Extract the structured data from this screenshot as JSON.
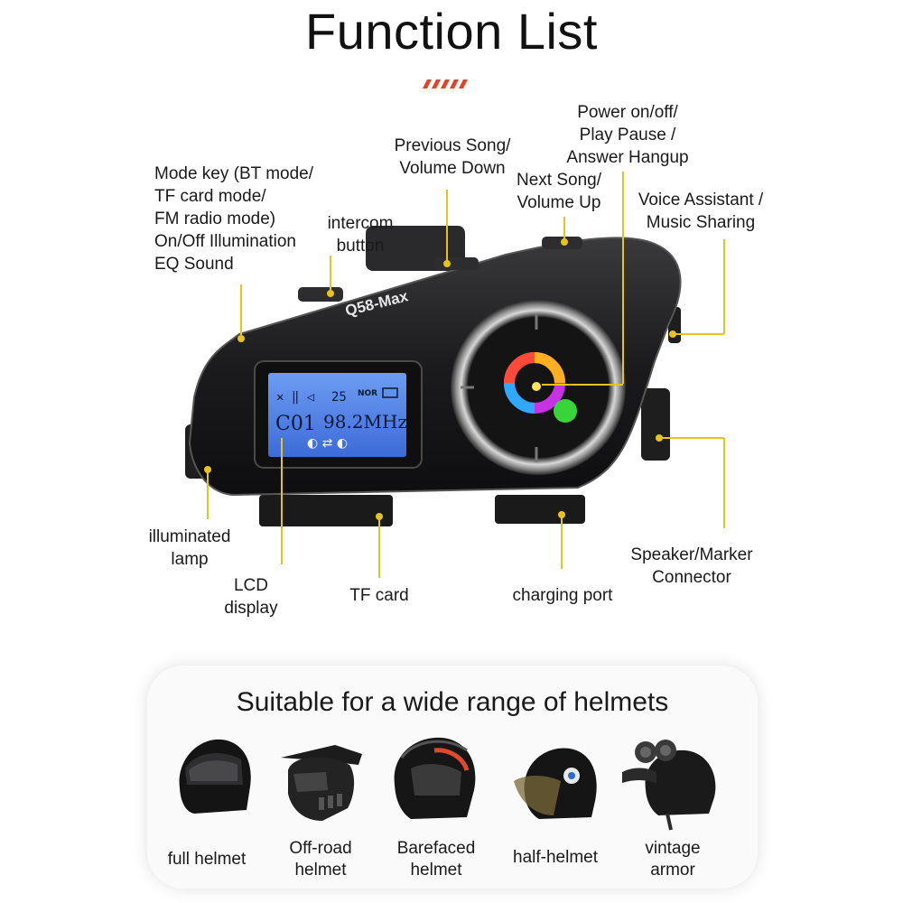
{
  "title": "Function List",
  "labels": {
    "mode_key": [
      "Mode key (BT mode/",
      "TF card mode/",
      "FM radio mode)",
      "On/Off Illumination",
      "EQ Sound"
    ],
    "intercom": [
      "intercom",
      "button"
    ],
    "previous": [
      "Previous Song/",
      "Volume Down"
    ],
    "next": [
      "Next Song/",
      "Volume Up"
    ],
    "power": [
      "Power on/off/",
      "Play Pause /",
      "Answer Hangup"
    ],
    "voice": [
      "Voice Assistant /",
      "Music Sharing"
    ],
    "lamp": [
      "illuminated",
      "lamp"
    ],
    "lcd": [
      "LCD",
      "display"
    ],
    "tf": [
      "TF card"
    ],
    "charging": [
      "charging port"
    ],
    "speaker": [
      "Speaker/Marker",
      "Connector"
    ]
  },
  "device": {
    "brand": "Q58-Max",
    "lcd_channel": "C01",
    "lcd_freq": "98.2MHz",
    "lcd_volume": "25",
    "lcd_mode": "NOR",
    "accent_color": "#e8c31c",
    "lcd_color": "#4a7be0"
  },
  "helmets": {
    "title": "Suitable for a wide range of helmets",
    "items": [
      {
        "name": "full-helmet",
        "label": [
          "full helmet"
        ]
      },
      {
        "name": "off-road-helmet",
        "label": [
          "Off-road",
          "helmet"
        ]
      },
      {
        "name": "barefaced-helmet",
        "label": [
          "Barefaced",
          "helmet"
        ]
      },
      {
        "name": "half-helmet",
        "label": [
          "half-helmet"
        ]
      },
      {
        "name": "vintage-armor",
        "label": [
          "vintage",
          "armor"
        ]
      }
    ]
  }
}
